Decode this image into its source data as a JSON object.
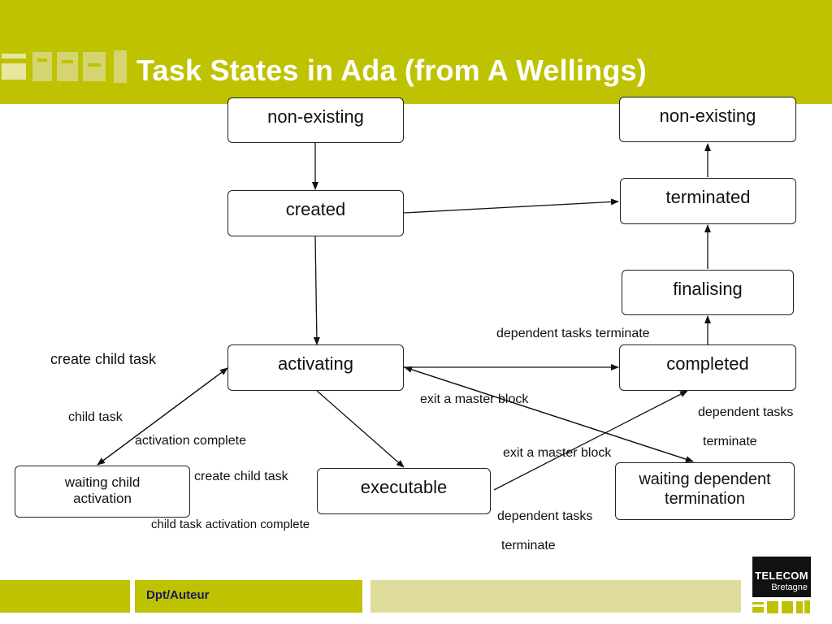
{
  "slide": {
    "title": "Task States in Ada (from A Wellings)",
    "footer": "Dpt/Auteur",
    "logo_line1": "TELECOM",
    "logo_line2": "Bretagne"
  },
  "states": {
    "non_existing_start": "non-existing",
    "created": "created",
    "activating": "activating",
    "waiting_child_activation": "waiting child activation",
    "executable": "executable",
    "non_existing_end": "non-existing",
    "terminated": "terminated",
    "finalising": "finalising",
    "completed": "completed",
    "waiting_dependent_termination": "waiting dependent termination"
  },
  "labels": {
    "create_child_task_left": "create child task",
    "child_task": "child task",
    "activation_complete": "activation complete",
    "create_child_task_mid": "create child task",
    "child_task_activation_complete": "child task activation complete",
    "dependent_tasks_terminate_top": "dependent tasks terminate",
    "exit_master_block_1": "exit a master block",
    "exit_master_block_2": "exit a master block",
    "dependent_tasks_right_1": "dependent tasks",
    "dependent_tasks_right_2": "terminate",
    "dependent_tasks_bottom_1": "dependent tasks",
    "dependent_tasks_bottom_2": "terminate"
  },
  "colors": {
    "banner": "#bfc200",
    "footer_light": "#dddc9a",
    "title_text": "#ffffff"
  }
}
